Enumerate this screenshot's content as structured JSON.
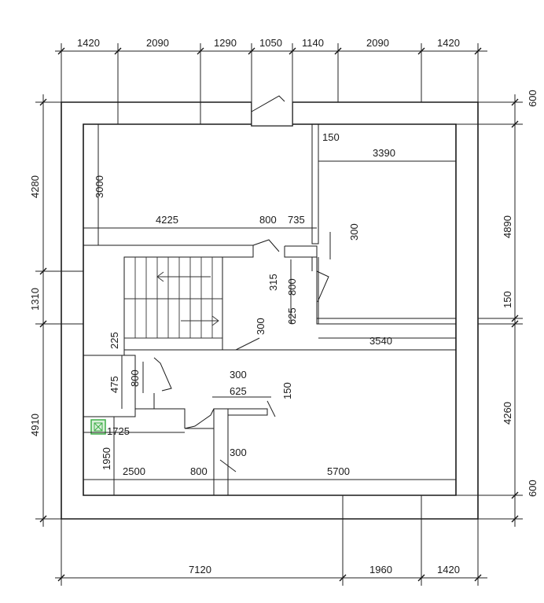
{
  "dimensions": {
    "top": [
      "1420",
      "2090",
      "1290",
      "1050",
      "1140",
      "2090",
      "1420"
    ],
    "bottom": [
      "7120",
      "1960",
      "1420"
    ],
    "left": [
      "4280",
      "1310",
      "4910"
    ],
    "right": [
      "600",
      "4890",
      "150",
      "4260",
      "600"
    ],
    "interior": {
      "room_nw_height": "3000",
      "room_nw_width": "4225",
      "door_800_a": "800",
      "gap_735": "735",
      "room_ne_width": "3390",
      "wall_150_top": "150",
      "gap_300_a": "300",
      "gap_315": "315",
      "door_800_b": "800",
      "gap_625_a": "625",
      "gap_225": "225",
      "gap_300_b": "300",
      "room_e_width": "3540",
      "gap_475": "475",
      "door_800_c": "800",
      "gap_300_c": "300",
      "gap_625_b": "625",
      "wall_150_mid": "150",
      "bath_1725": "1725",
      "bath_1950": "1950",
      "room_sw_width": "2500",
      "door_800_d": "800",
      "gap_300_d": "300",
      "room_se_width": "5700"
    }
  },
  "colors": {
    "line": "#1a1a1a",
    "marker": "#3fae49"
  }
}
